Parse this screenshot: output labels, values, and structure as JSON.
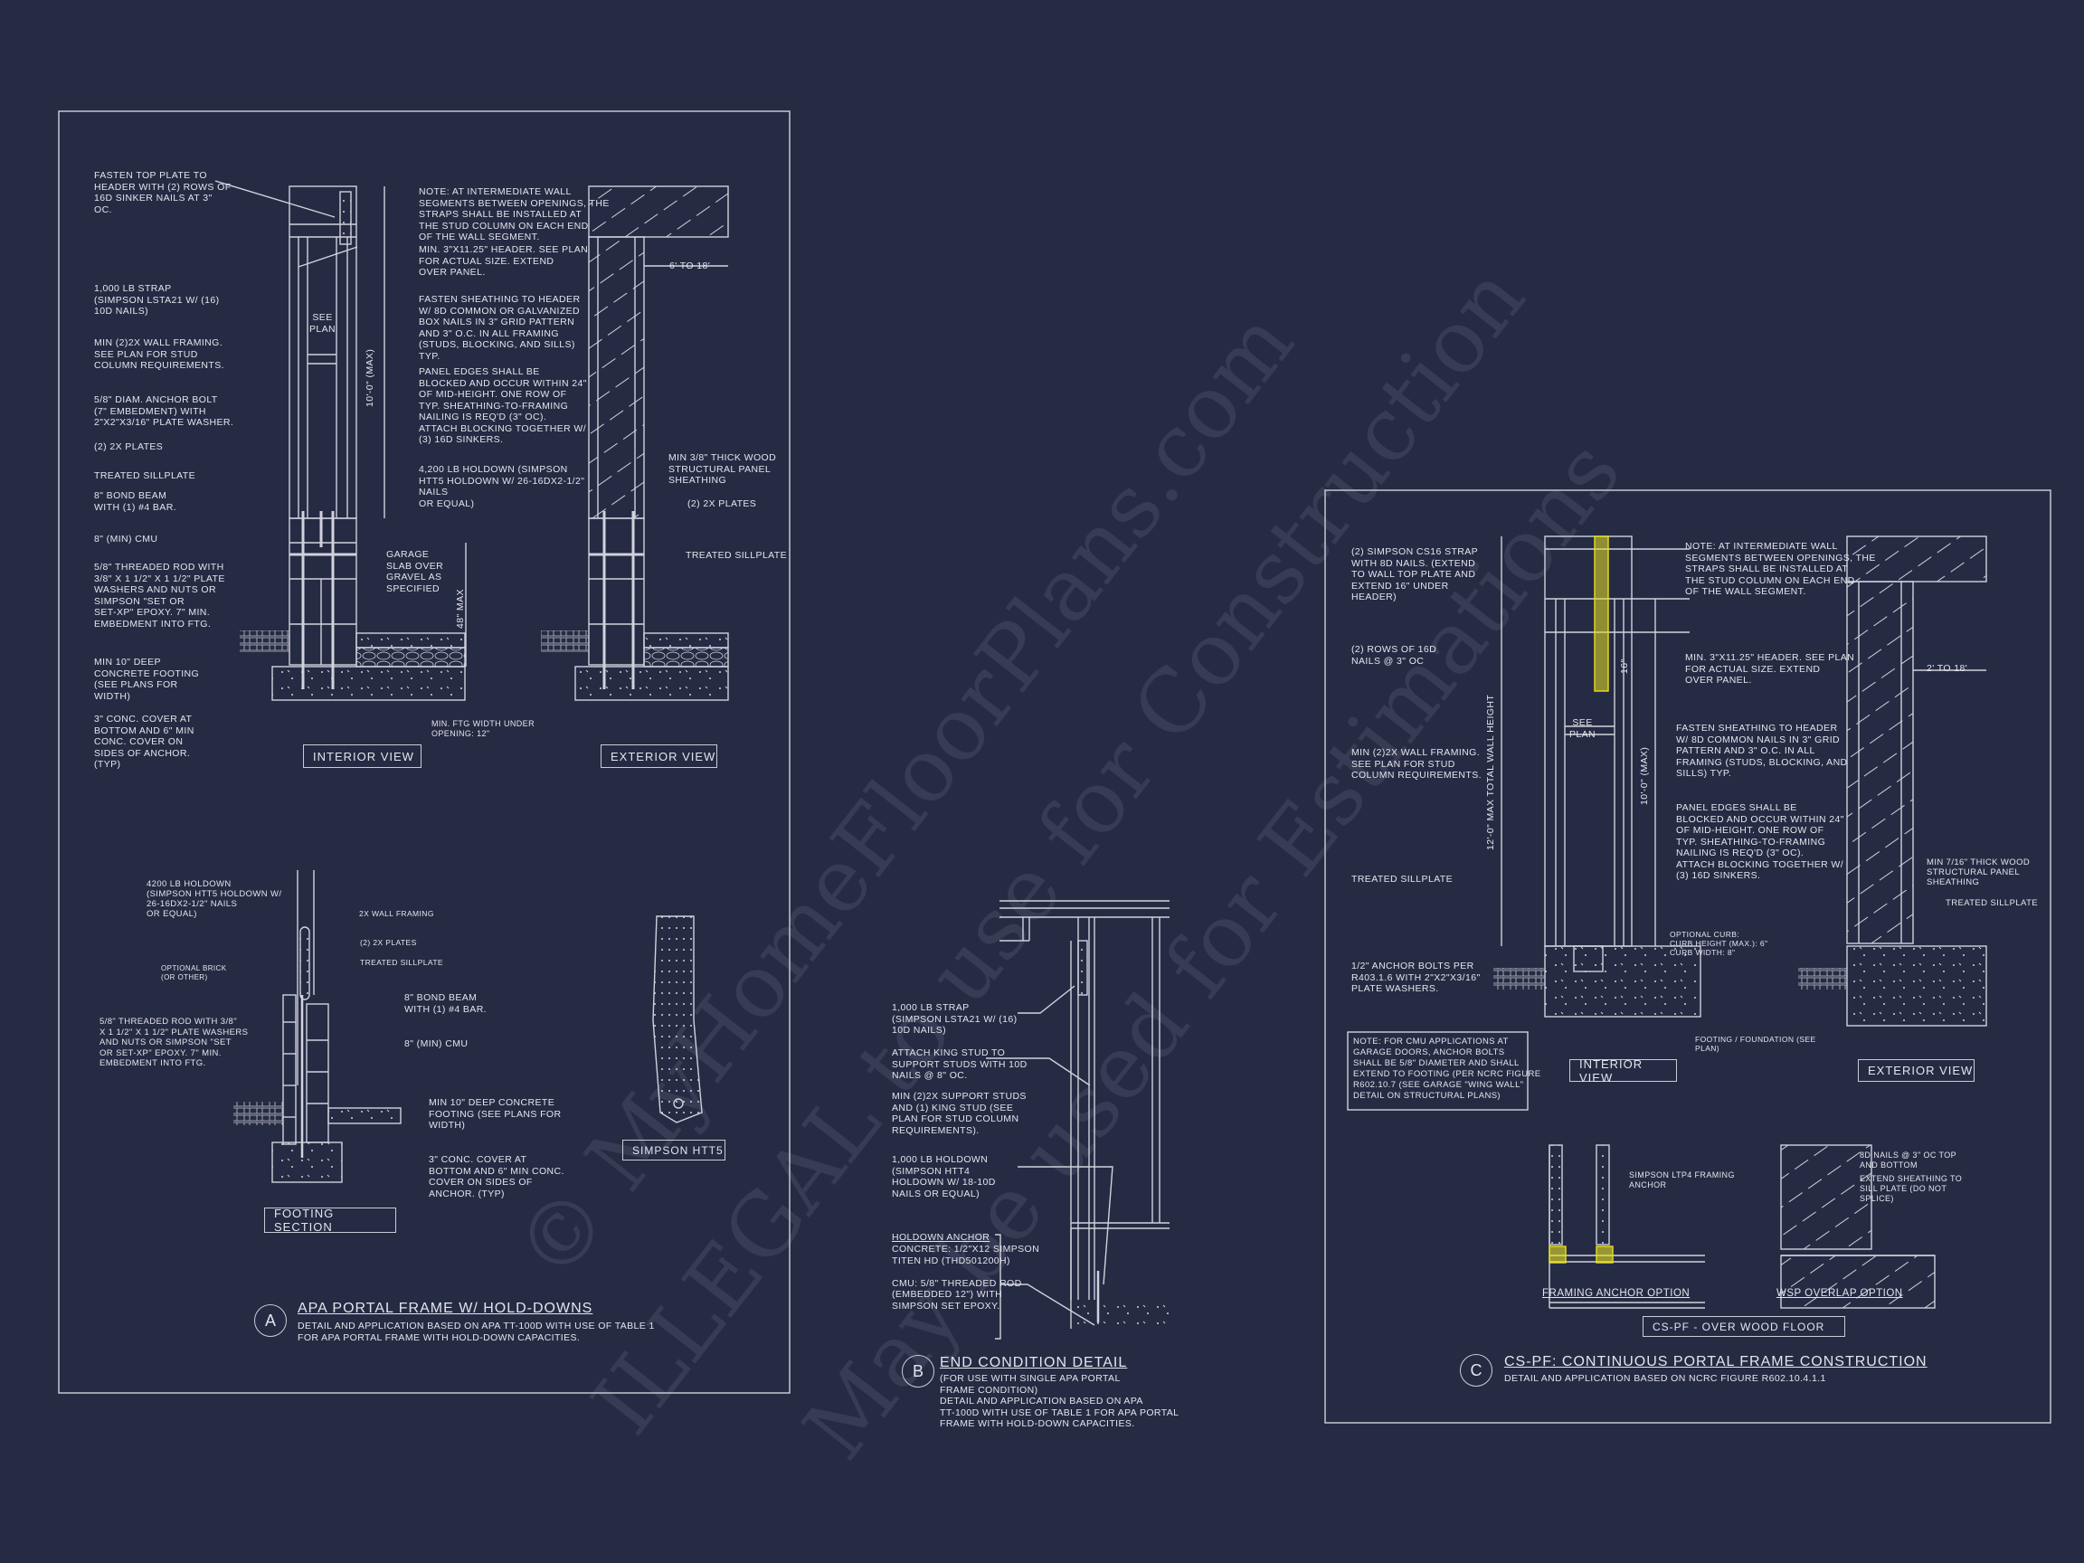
{
  "colors": {
    "background": "#262b44",
    "linework": "#d0d3dc",
    "highlight": "#e8e020"
  },
  "detail_a": {
    "marker": "A",
    "title": "APA PORTAL FRAME W/ HOLD-DOWNS",
    "description": "DETAIL AND APPLICATION BASED ON APA TT-100D WITH USE OF TABLE 1\nFOR APA PORTAL FRAME WITH HOLD-DOWN CAPACITIES.",
    "interior_view": {
      "label": "INTERIOR VIEW",
      "notes": [
        "FASTEN TOP PLATE TO\nHEADER WITH (2) ROWS OF\n16d SINKER NAILS AT 3\"\nOC.",
        "1,000 LB STRAP\n(SIMPSON LSTA21 W/ (16)\n10d NAILS)",
        "MIN (2)2X WALL FRAMING.\nSEE PLAN FOR STUD\nCOLUMN REQUIREMENTS.",
        "5/8\" DIAM. ANCHOR BOLT\n(7\" EMBEDMENT) WITH\n2\"x2\"x3/16\" PLATE WASHER.",
        "(2) 2x PLATES",
        "TREATED SILLPLATE",
        "8\" BOND BEAM\nWITH (1) #4 BAR.",
        "8\" (MIN) CMU",
        "5/8\" THREADED ROD WITH\n3/8\" x 1 1/2\" x 1 1/2\" PLATE\nWASHERS AND NUTS OR\nSIMPSON \"SET OR\nSET-XP\" EPOXY.  7\" MIN.\nEMBEDMENT INTO FTG.",
        "MIN 10\" DEEP\nCONCRETE FOOTING\n(SEE PLANS FOR\nWIDTH)",
        "3\" CONC. COVER AT\nBOTTOM AND 6\" MIN\nCONC. COVER ON\nSIDES OF ANCHOR.\n(TYP)",
        "NOTE: AT INTERMEDIATE WALL\nSEGMENTS BETWEEN OPENINGS, THE\nSTRAPS SHALL BE INSTALLED AT\nTHE STUD COLUMN ON EACH END\nOF THE WALL SEGMENT.",
        "MIN. 3\"x11.25\" HEADER. SEE PLAN\nFOR ACTUAL SIZE. EXTEND\nOVER PANEL.",
        "FASTEN SHEATHING TO HEADER\nW/ 8d COMMON OR GALVANIZED\nBOX NAILS IN 3\" GRID PATTERN\nAND 3\" O.C. IN ALL FRAMING\n(STUDS, BLOCKING, AND SILLS)\nTYP.",
        "PANEL EDGES SHALL BE\nBLOCKED AND OCCUR WITHIN 24\"\nOF MID-HEIGHT.  ONE ROW OF\nTYP. SHEATHING-TO-FRAMING\nNAILING IS REQ'D (3\" OC).\nATTACH BLOCKING TOGETHER W/\n(3) 16d SINKERS.",
        "4,200 LB HOLDOWN (SIMPSON\nHTT5 HOLDOWN W/ 26-16dx2-1/2\"\nNAILS\nOR EQUAL)",
        "GARAGE\nSLAB OVER\nGRAVEL AS\nSPECIFIED",
        "MIN. FTG WIDTH UNDER\nOPENING: 12\""
      ],
      "see_plan": "SEE\nPLAN",
      "dim_height": "10'-0\" (MAX)",
      "dim_slab": "48\" MAX"
    },
    "exterior_view": {
      "label": "EXTERIOR VIEW",
      "notes": [
        "6' TO 18'",
        "MIN 3/8\" THICK WOOD\nSTRUCTURAL PANEL\nSHEATHING",
        "(2) 2x PLATES",
        "TREATED SILLPLATE"
      ]
    },
    "footing_section": {
      "label": "FOOTING SECTION",
      "notes": [
        "4200 LB HOLDOWN\n(SIMPSON HTT5 HOLDOWN W/\n26-16dx2-1/2\" NAILS\nOR EQUAL)",
        "2X WALL FRAMING",
        "(2) 2x PLATES",
        "TREATED SILLPLATE",
        "OPTIONAL BRICK\n(OR OTHER)",
        "8\" BOND BEAM\nWITH (1) #4 BAR.",
        "8\" (MIN) CMU",
        "5/8\" THREADED ROD WITH 3/8\"\nx 1 1/2\" x 1 1/2\" PLATE WASHERS\nAND NUTS OR SIMPSON \"SET\nOR SET-XP\" EPOXY.  7\" MIN.\nEMBEDMENT INTO FTG.",
        "MIN 10\" DEEP CONCRETE\nFOOTING (SEE PLANS FOR\nWIDTH)",
        "3\" CONC. COVER AT\nBOTTOM AND 6\" MIN CONC.\nCOVER ON SIDES OF\nANCHOR. (TYP)"
      ]
    },
    "hardware": {
      "label": "SIMPSON HTT5"
    }
  },
  "detail_b": {
    "marker": "B",
    "title": "END CONDITION DETAIL",
    "description": "(FOR USE WITH SINGLE APA PORTAL\nFRAME CONDITION)\nDETAIL AND APPLICATION BASED ON APA\nTT-100D WITH USE OF TABLE 1 FOR APA PORTAL\nFRAME WITH HOLD-DOWN CAPACITIES.",
    "notes": [
      "1,000 LB STRAP\n(SIMPSON LSTA21 W/ (16)\n10d NAILS)",
      "ATTACH KING STUD TO\nSUPPORT STUDS WITH 10d\nNAILS @ 8\" OC.",
      "MIN (2)2X SUPPORT STUDS\nAND (1) KING STUD (SEE\nPLAN FOR STUD COLUMN\nREQUIREMENTS).",
      "1,000 LB HOLDOWN\n(SIMPSON HTT4\nHOLDOWN W/ 18-10d\nNAILS OR EQUAL)"
    ],
    "anchor_heading": "HOLDOWN ANCHOR",
    "anchor_notes": "CONCRETE: 1/2\"x12 SIMPSON\nTITEN HD (THD501200H)\n\nCMU: 5/8\" THREADED ROD\n(EMBEDDED 12\") WITH\nSIMPSON SET EPOXY."
  },
  "detail_c": {
    "marker": "C",
    "title": "CS-PF: CONTINUOUS PORTAL FRAME CONSTRUCTION",
    "description": "DETAIL AND APPLICATION BASED ON NCRC FIGURE R602.10.4.1.1",
    "interior_view": {
      "label": "INTERIOR VIEW",
      "notes": [
        "(2) SIMPSON CS16 STRAP\nWITH 8d NAILS. (EXTEND\nTO WALL TOP PLATE AND\nEXTEND 16\" UNDER\nHEADER)",
        "(2) ROWS OF 16d\nNAILS @ 3\" OC",
        "MIN (2)2X WALL FRAMING.\nSEE PLAN FOR STUD\nCOLUMN REQUIREMENTS.",
        "TREATED SILLPLATE",
        "1/2\" ANCHOR BOLTS PER\nR403.1.6 WITH 2\"x2\"x3/16\"\nPLATE WASHERS.",
        "NOTE: AT INTERMEDIATE WALL\nSEGMENTS BETWEEN OPENINGS, THE\nSTRAPS SHALL BE INSTALLED AT\nTHE STUD COLUMN ON EACH END\nOF THE WALL SEGMENT.",
        "MIN. 3\"x11.25\" HEADER. SEE PLAN\nFOR ACTUAL SIZE. EXTEND\nOVER PANEL.",
        "FASTEN SHEATHING TO HEADER\nW/ 8d COMMON NAILS IN 3\" GRID\nPATTERN AND 3\" O.C. IN ALL\nFRAMING (STUDS, BLOCKING, AND\nSILLS) TYP.",
        "PANEL EDGES SHALL BE\nBLOCKED AND OCCUR WITHIN 24\"\nOF MID-HEIGHT.  ONE ROW OF\nTYP. SHEATHING-TO-FRAMING\nNAILING IS REQ'D (3\" OC).\nATTACH BLOCKING TOGETHER W/\n(3) 16d SINKERS.",
        "OPTIONAL CURB:\nCURB HEIGHT (MAX.): 6\"\nCURB WIDTH: 8\"",
        "FOOTING / FOUNDATION (SEE\nPLAN)"
      ],
      "cmu_note": "NOTE: FOR CMU APPLICATIONS AT\nGARAGE DOORS, ANCHOR BOLTS\nSHALL BE 5/8\" DIAMETER AND SHALL\nEXTEND TO FOOTING (PER NCRC FIGURE\nR602.10.7 (SEE GARAGE \"WING WALL\"\nDETAIL ON STRUCTURAL PLANS)",
      "see_plan": "SEE\nPLAN",
      "dim_total": "12'-0\" MAX TOTAL WALL HEIGHT",
      "dim_height": "10'-0\" (MAX)",
      "dim_strap": "16\""
    },
    "exterior_view": {
      "label": "EXTERIOR VIEW",
      "notes": [
        "2' TO 18'",
        "MIN 7/16\" THICK WOOD\nSTRUCTURAL PANEL\nSHEATHING",
        "TREATED SILLPLATE"
      ]
    },
    "framing_anchor_option": {
      "label": "FRAMING ANCHOR OPTION",
      "note": "SIMPSON LTP4 FRAMING\nANCHOR"
    },
    "wsp_overlap_option": {
      "label": "WSP OVERLAP OPTION",
      "notes": [
        "8d NAILS @ 3\" OC TOP\nAND BOTTOM",
        "EXTEND SHEATHING TO\nSILL PLATE (DO NOT\nSPLICE)"
      ]
    },
    "subtitle_box": "CS-PF - OVER WOOD FLOOR"
  },
  "watermark": [
    "© MyHomeFloorPlans.com",
    "ILLEGAL to use for Construction",
    "May be used for Estimations"
  ]
}
